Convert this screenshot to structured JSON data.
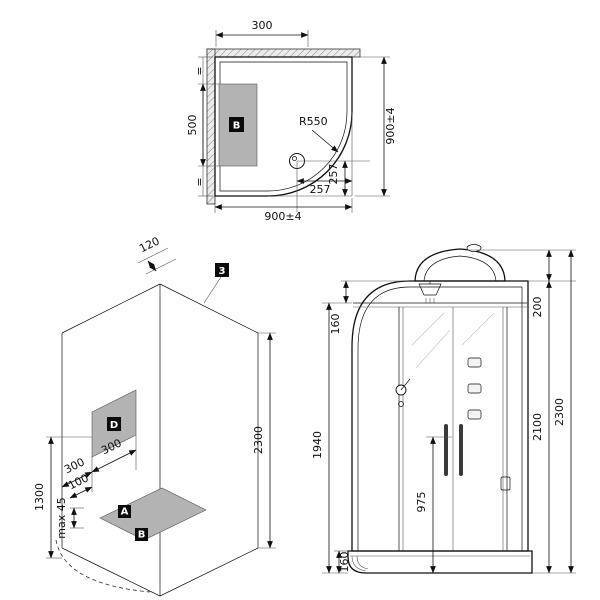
{
  "drawing": {
    "title_hint": "shower-cabin-technical-drawing",
    "accent_gray": "#b3b3b3",
    "line_color": "#111111"
  },
  "top_view": {
    "dim_300": "300",
    "dim_500": "500",
    "dim_width": "900±4",
    "dim_height": "900±4",
    "radius": "R550",
    "dim_257_v": "257",
    "dim_257_h": "257",
    "label_b": "B",
    "equal_mark_top": "=",
    "equal_mark_bottom": "="
  },
  "iso_view": {
    "dim_120": "120",
    "callout_3": "3",
    "dim_2300": "2300",
    "label_d": "D",
    "dim_300_a": "300",
    "dim_300_b": "300",
    "dim_100": "100",
    "dim_1300": "1300",
    "dim_max_45": "max 45",
    "label_a": "A",
    "label_b": "B"
  },
  "front_view": {
    "dim_160_top": "160",
    "dim_200": "200",
    "dim_1940": "1940",
    "dim_975": "975",
    "dim_2100": "2100",
    "dim_2300": "2300",
    "dim_160_bottom": "160"
  }
}
